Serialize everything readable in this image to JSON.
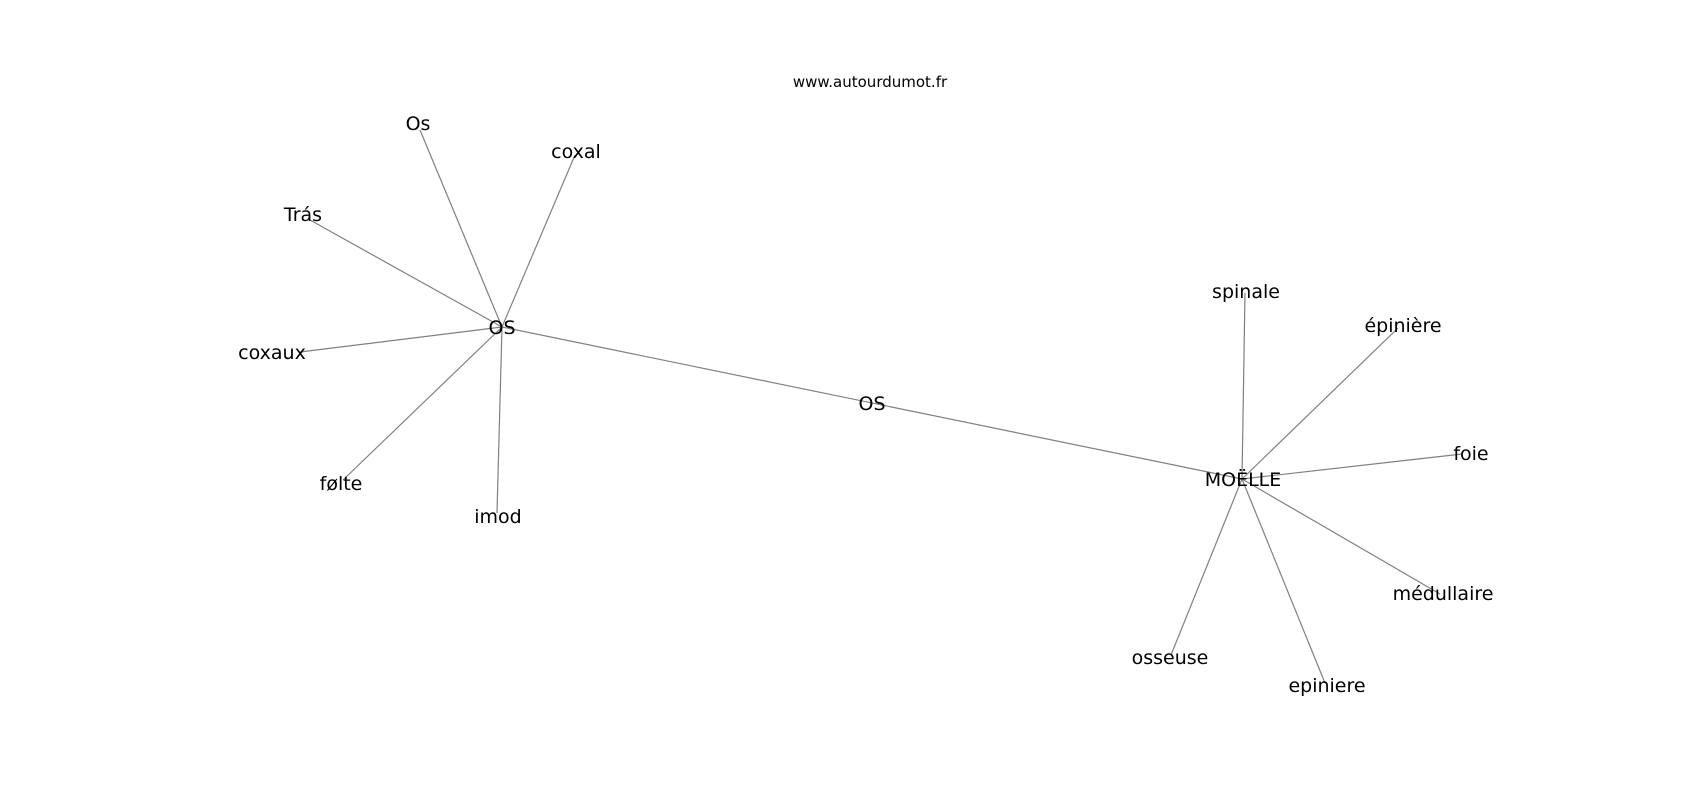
{
  "watermark": "www.autourdumot.fr",
  "graph": {
    "link_label": "OS",
    "hubs": [
      {
        "id": "os",
        "label": "OS",
        "neighbors": [
          "Os",
          "coxal",
          "Trás",
          "coxaux",
          "følte",
          "imod"
        ]
      },
      {
        "id": "moelle",
        "label": "MOËLLE",
        "neighbors": [
          "spinale",
          "épinière",
          "foie",
          "médullaire",
          "epiniere",
          "osseuse"
        ]
      }
    ]
  }
}
